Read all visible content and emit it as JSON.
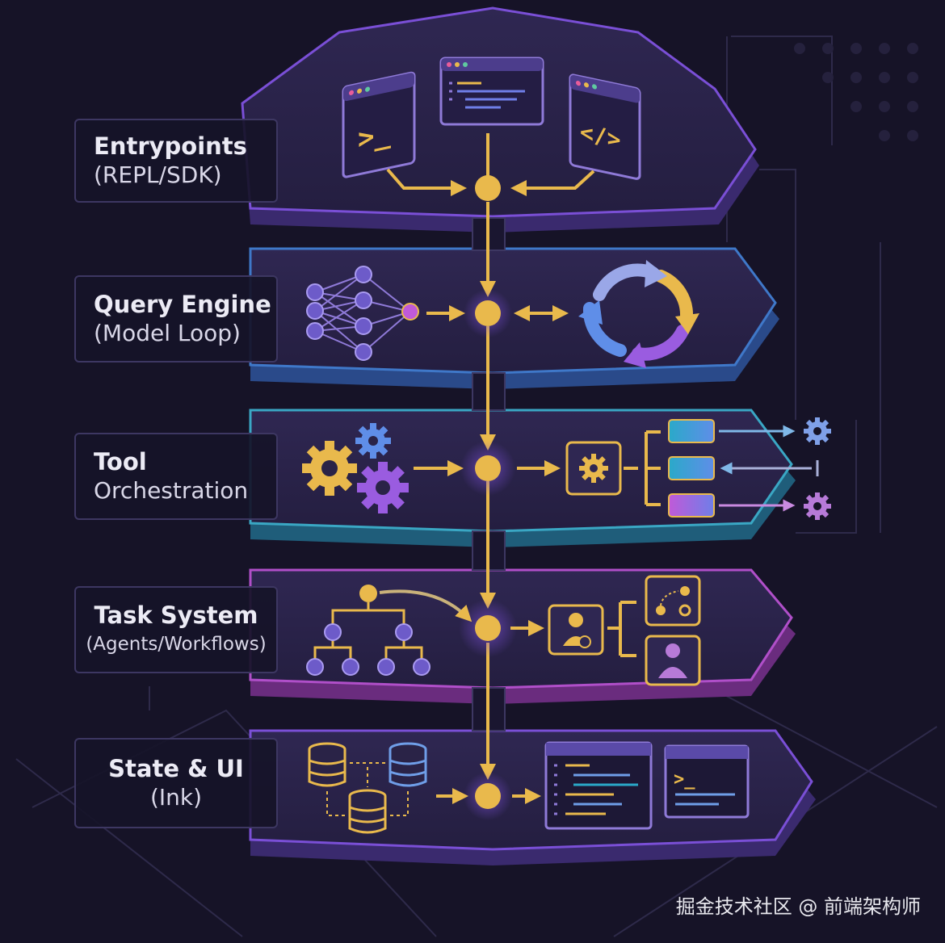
{
  "layers": [
    {
      "title": "Entrypoints",
      "subtitle": "(REPL/SDK)"
    },
    {
      "title": "Query Engine",
      "subtitle": "(Model Loop)"
    },
    {
      "title": "Tool",
      "subtitle": "Orchestration"
    },
    {
      "title": "Task System",
      "subtitle": "(Agents/Workflows)"
    },
    {
      "title": "State & UI",
      "subtitle": "(Ink)"
    }
  ],
  "icons": {
    "terminal_glyph": ">_",
    "code_glyph": "</>"
  },
  "colors": {
    "background": "#161327",
    "layer_fill": "#2a2347",
    "purple_edge": "#7a4fd6",
    "blue_edge": "#3f78c9",
    "teal_edge": "#3aa7c4",
    "magenta_edge": "#b04fc9",
    "gold": "#e9b94c",
    "panel_border": "#8f7ad8"
  },
  "watermark": "掘金技术社区 @ 前端架构师"
}
